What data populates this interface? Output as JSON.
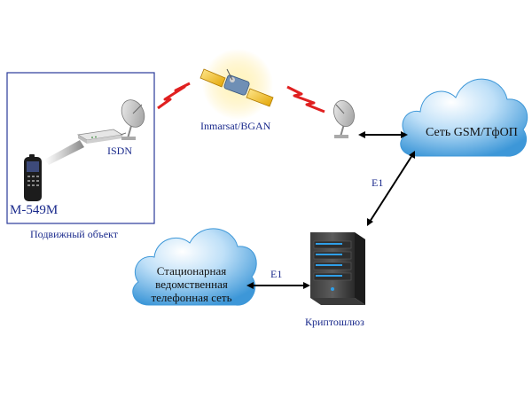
{
  "labels": {
    "satellite": "Inmarsat/BGAN",
    "terminal": "ISDN",
    "phone_model": "М-549М",
    "mobile_object": "Подвижный объект",
    "gsm_network": "Сеть GSM/ТфОП",
    "link_e1_upper": "E1",
    "link_e1_lower": "E1",
    "crypto_gateway": "Криптошлюз",
    "stationary_line1": "Стационарная",
    "stationary_line2": "ведомственная",
    "stationary_line3": "телефонная сеть"
  },
  "colors": {
    "cloud_fill": "#4aa3e0",
    "cloud_light": "#d6ecfb",
    "label_text": "#1a2a8c",
    "signal_red": "#e02020",
    "frame": "#2a3a9a"
  },
  "icons": [
    "satellite-icon",
    "satellite-dish-icon",
    "modem-icon",
    "phone-handset-icon",
    "server-icon",
    "cloud-icon"
  ]
}
